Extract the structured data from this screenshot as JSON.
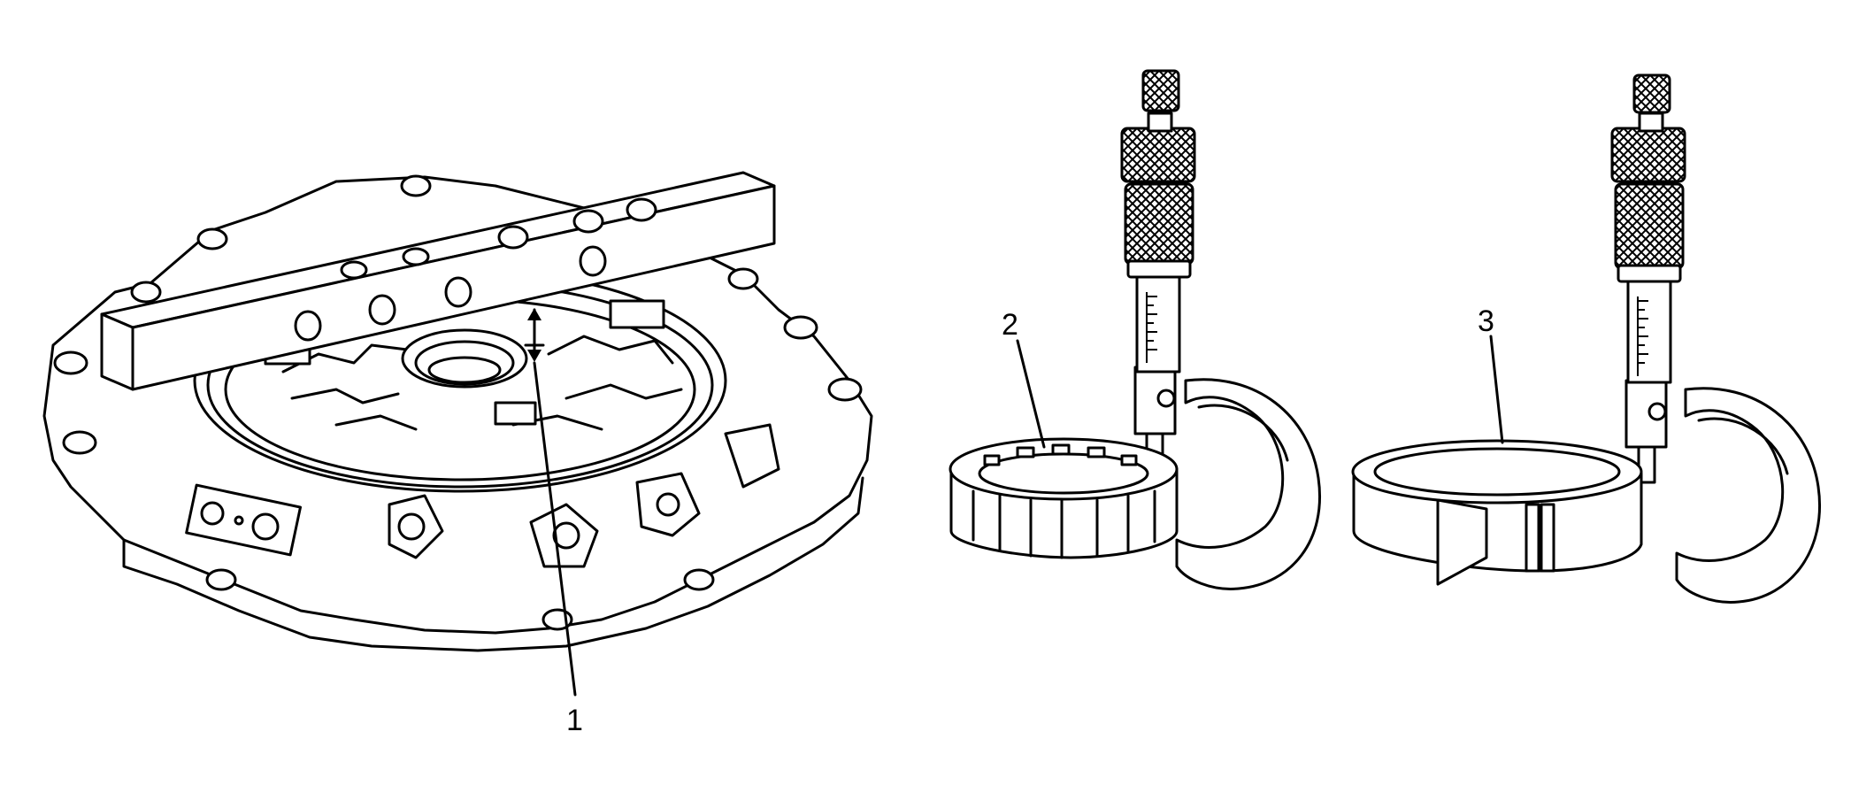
{
  "callouts": {
    "c1": "1",
    "c2": "2",
    "c3": "3"
  },
  "colors": {
    "ink": "#000000",
    "paper": "#ffffff"
  },
  "icons": {
    "pump_assembly": "transmission-pump-body-with-straightedge-icon",
    "micrometer_gear": "micrometer-measuring-gear-icon",
    "micrometer_ring": "micrometer-measuring-ring-icon"
  }
}
